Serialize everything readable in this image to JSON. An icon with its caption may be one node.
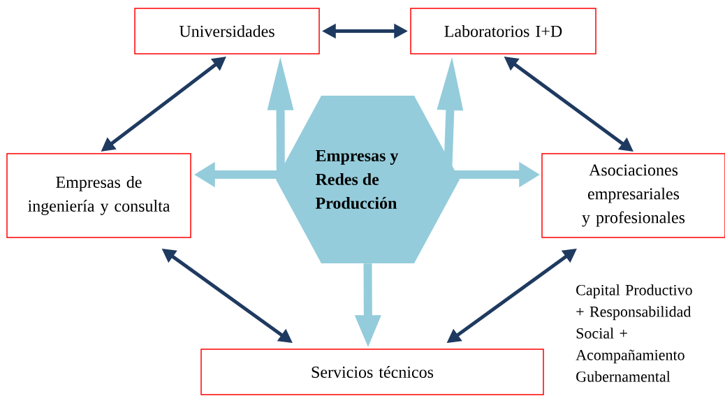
{
  "diagram": {
    "nodes": [
      {
        "text": [
          "Universidades"
        ]
      },
      {
        "text": [
          "Laboratorios I+D"
        ]
      },
      {
        "text": [
          "Empresas de ingeniería y consulta"
        ]
      },
      {
        "text": [
          "Empresas y Redes de Producción"
        ]
      },
      {
        "text": [
          "Asociaciones empresariales y profesionales"
        ]
      },
      {
        "text": [
          "Servicios técnicos"
        ]
      }
    ],
    "edges": [
      {
        "from": 0,
        "to": 1,
        "arrow": "both",
        "color": "#1f3a60"
      },
      {
        "from": 0,
        "to": 2,
        "arrow": "both",
        "color": "#1f3a60"
      },
      {
        "from": 1,
        "to": 4,
        "arrow": "both",
        "color": "#1f3a60"
      },
      {
        "from": 2,
        "to": 5,
        "arrow": "both",
        "color": "#1f3a60"
      },
      {
        "from": 4,
        "to": 5,
        "arrow": "both",
        "color": "#1f3a60"
      },
      {
        "from": 3,
        "to": 0,
        "arrow": "to",
        "style": "thick",
        "color": "#94ccdb"
      },
      {
        "from": 3,
        "to": 1,
        "arrow": "to",
        "style": "thick",
        "color": "#94ccdb"
      },
      {
        "from": 3,
        "to": 2,
        "arrow": "to",
        "style": "thick",
        "color": "#94ccdb"
      },
      {
        "from": 3,
        "to": 4,
        "arrow": "to",
        "style": "thick",
        "color": "#94ccdb"
      },
      {
        "from": 3,
        "to": 5,
        "arrow": "to",
        "style": "thick",
        "color": "#94ccdb"
      }
    ],
    "labels": [
      "Capital Productivo + Responsabilidad Social + Acompañamiento Gubernamental"
    ]
  }
}
